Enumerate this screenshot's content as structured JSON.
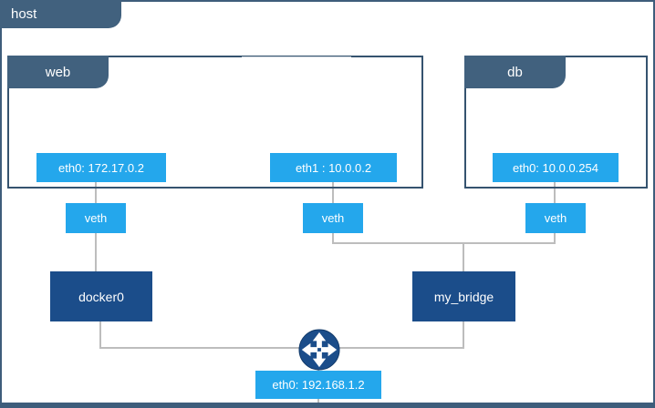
{
  "host": {
    "label": "host",
    "interface_label": "eth0: 192.168.1.2"
  },
  "containers": {
    "web": {
      "label": "web",
      "eth0_label": "eth0: 172.17.0.2",
      "eth1_label": "eth1 : 10.0.0.2"
    },
    "db": {
      "label": "db",
      "eth0_label": "eth0: 10.0.0.254"
    }
  },
  "veth": {
    "label": "veth"
  },
  "bridges": {
    "docker0_label": "docker0",
    "my_bridge_label": "my_bridge"
  },
  "icons": {
    "router": "router-icon"
  },
  "colors": {
    "tab_slate": "#41617E",
    "frame_slate": "#3E5D7B",
    "box_border": "#35536F",
    "badge_azure": "#24A7EC",
    "bridge_navy": "#1B4D8A",
    "connector_gray": "#BDBDBD"
  }
}
